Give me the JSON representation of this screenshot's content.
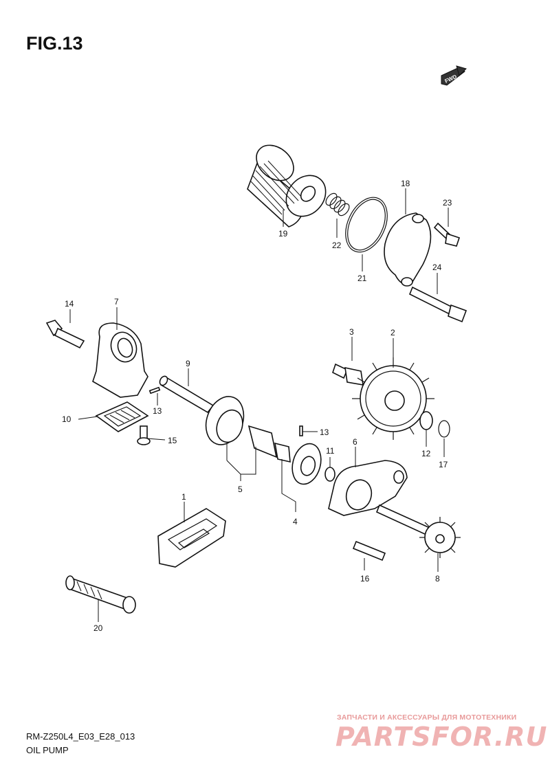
{
  "header": {
    "title": "FIG.13",
    "fwd_label": "FWD"
  },
  "callouts": [
    {
      "id": "1",
      "label": "1"
    },
    {
      "id": "2",
      "label": "2"
    },
    {
      "id": "3",
      "label": "3"
    },
    {
      "id": "4",
      "label": "4"
    },
    {
      "id": "5",
      "label": "5"
    },
    {
      "id": "6",
      "label": "6"
    },
    {
      "id": "7",
      "label": "7"
    },
    {
      "id": "8",
      "label": "8"
    },
    {
      "id": "9",
      "label": "9"
    },
    {
      "id": "10",
      "label": "10"
    },
    {
      "id": "11",
      "label": "11"
    },
    {
      "id": "12",
      "label": "12"
    },
    {
      "id": "13a",
      "label": "13"
    },
    {
      "id": "13b",
      "label": "13"
    },
    {
      "id": "14",
      "label": "14"
    },
    {
      "id": "15",
      "label": "15"
    },
    {
      "id": "16",
      "label": "16"
    },
    {
      "id": "17",
      "label": "17"
    },
    {
      "id": "18",
      "label": "18"
    },
    {
      "id": "19",
      "label": "19"
    },
    {
      "id": "20",
      "label": "20"
    },
    {
      "id": "21",
      "label": "21"
    },
    {
      "id": "22",
      "label": "22"
    },
    {
      "id": "23",
      "label": "23"
    },
    {
      "id": "24",
      "label": "24"
    }
  ],
  "footer": {
    "code": "RM-Z250L4_E03_E28_013",
    "name": "OIL PUMP"
  },
  "watermark": {
    "subtitle": "ЗАПЧАСТИ И АКСЕССУАРЫ ДЛЯ МОТОТЕХНИКИ",
    "logo": "PARTSFOR.RU"
  }
}
